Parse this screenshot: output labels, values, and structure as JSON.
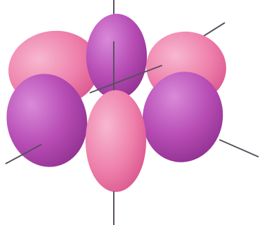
{
  "diagram": {
    "kind": "orbital-lobes",
    "lobe_count": 6,
    "axis_count": 3,
    "colors": {
      "background": "#ffffff",
      "axis": "#5a4f5e",
      "pink_light": "#f7b8cf",
      "pink_mid": "#ee7fab",
      "pink_dark": "#d9558d",
      "violet_light": "#d98ad9",
      "violet_mid": "#b74cb5",
      "violet_dark": "#8e2f8e"
    },
    "lobes": [
      {
        "tone": "pink",
        "position": "back-left"
      },
      {
        "tone": "pink",
        "position": "back-right"
      },
      {
        "tone": "violet",
        "position": "top"
      },
      {
        "tone": "violet",
        "position": "front-left"
      },
      {
        "tone": "violet",
        "position": "front-right"
      },
      {
        "tone": "pink",
        "position": "bottom"
      }
    ]
  }
}
